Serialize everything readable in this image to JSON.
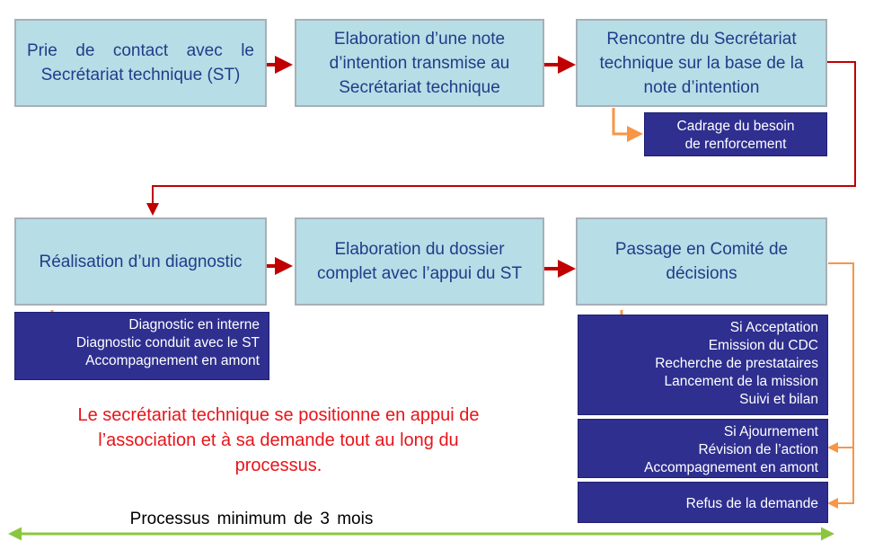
{
  "steps": {
    "contact": "Prie de contact avec le Secrétariat technique (ST)",
    "note_intention": "Elaboration d’une note d’intention transmise au Secrétariat technique",
    "rencontre": "Rencontre du Secrétariat technique sur la base de la note d’intention",
    "diagnostic": "Réalisation d’un diagnostic",
    "dossier": "Elaboration du dossier complet avec l’appui du ST",
    "comite": "Passage en Comité de décisions"
  },
  "notes": {
    "cadrage": [
      "Cadrage du besoin",
      "de renforcement"
    ],
    "diagnostic": [
      "Diagnostic en interne",
      "Diagnostic conduit avec le ST",
      "Accompagnement en amont"
    ],
    "acceptation": [
      "Si Acceptation",
      "Emission du CDC",
      "Recherche de prestataires",
      "Lancement de la mission",
      "Suivi et bilan"
    ],
    "ajournement": [
      "Si Ajournement",
      "Révision de l’action",
      "Accompagnement en amont"
    ],
    "refus": [
      "Refus de la demande"
    ]
  },
  "center_note": "Le secrétariat technique se positionne en appui de l’association et à sa demande tout au long du processus.",
  "process_label": "Processus minimum de 3 mois",
  "colors": {
    "step_fill": "#b7dde6",
    "step_text": "#1f3d8a",
    "note_fill": "#2e2f8f",
    "main_arrow": "#c00000",
    "branch_arrow": "#f79646",
    "timeline": "#8cc63f",
    "center_note": "#e8141a"
  }
}
